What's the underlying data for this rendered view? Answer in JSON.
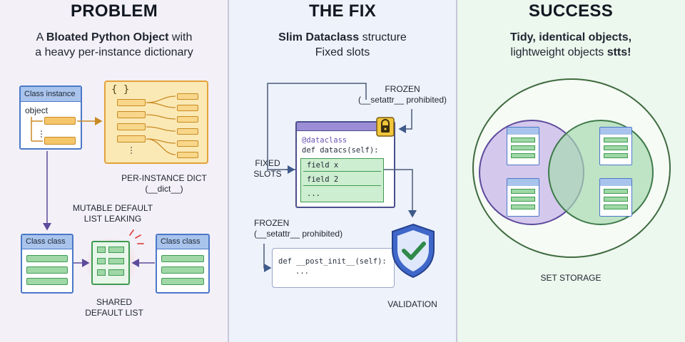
{
  "problem": {
    "title": "PROBLEM",
    "subtitle_pre": "A ",
    "subtitle_bold": "Bloated Python Object",
    "subtitle_post": " with",
    "subtitle_line2": "a heavy per-instance dictionary",
    "class_instance_label": "Class instance",
    "object_label": "object",
    "dict_brace": "{ }",
    "dict_label_line1": "PER-INSTANCE DICT",
    "dict_label_line2": "(__dict__)",
    "mutable_line1": "MUTABLE DEFAULT",
    "mutable_line2": "LIST LEAKING",
    "class_left_label": "Class class",
    "class_right_label": "Class class",
    "shared_line1": "SHARED",
    "shared_line2": "DEFAULT LIST"
  },
  "fix": {
    "title": "THE FIX",
    "subtitle_line1_bold": "Slim Dataclass",
    "subtitle_line1_rest": " structure",
    "subtitle_line2": "Fixed slots",
    "frozen_top_line1": "FROZEN",
    "frozen_top_line2": "(__setattr__ prohibited)",
    "code_decorator": "@dataclass",
    "code_def": "def datacs(self):",
    "field_1": "field x",
    "field_2": "field 2",
    "field_3": "...",
    "fixed_slots_line1": "FIXED",
    "fixed_slots_line2": "SLOTS",
    "frozen_bottom_line1": "FROZEN",
    "frozen_bottom_line2": "(__setattr__ prohibited)",
    "post_init_line1": "def __post_init__(self):",
    "post_init_line2": "...",
    "validation_label": "VALIDATION"
  },
  "success": {
    "title": "SUCCESS",
    "subtitle_line1": "Tidy, identical objects,",
    "subtitle_line2_pre": "lightweight objects ",
    "subtitle_line2_bold": "stts!",
    "set_storage_label": "SET STORAGE"
  },
  "colors": {
    "problem_bg": "#f3f0f7",
    "fix_bg": "#eef2fb",
    "success_bg": "#ecf7ee",
    "blue_header": "#a9c4ec",
    "orange": "#e3a23a",
    "dict_fill": "#fbe9b5",
    "green_field": "#9fd8a6",
    "purple_circle": "#c8b7ea",
    "green_circle": "#a8d8b0",
    "shield_blue": "#3f67c9"
  },
  "icons": [
    "lock-icon",
    "shield-check-icon",
    "glow-burst-icon"
  ]
}
